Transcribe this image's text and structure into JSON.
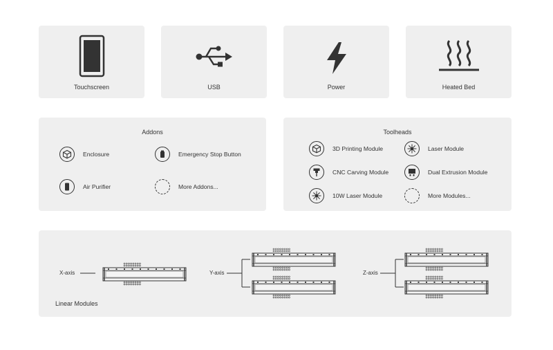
{
  "features": [
    {
      "label": "Touchscreen",
      "icon": "touchscreen-icon"
    },
    {
      "label": "USB",
      "icon": "usb-icon"
    },
    {
      "label": "Power",
      "icon": "lightning-icon"
    },
    {
      "label": "Heated Bed",
      "icon": "heated-bed-icon"
    }
  ],
  "addons": {
    "title": "Addons",
    "items": [
      {
        "label": "Enclosure",
        "icon": "cube-icon"
      },
      {
        "label": "Emergency Stop Button",
        "icon": "emergency-stop-icon"
      },
      {
        "label": "Air Purifier",
        "icon": "air-purifier-icon"
      },
      {
        "label": "More Addons...",
        "icon": "dashed-circle-icon"
      }
    ]
  },
  "toolheads": {
    "title": "Toolheads",
    "items": [
      {
        "label": "3D Printing Module",
        "icon": "cube-icon"
      },
      {
        "label": "Laser Module",
        "icon": "laser-icon"
      },
      {
        "label": "CNC Carving Module",
        "icon": "cnc-icon"
      },
      {
        "label": "Dual Extrusion Module",
        "icon": "dual-extrusion-icon"
      },
      {
        "label": "10W Laser Module",
        "icon": "laser-icon"
      },
      {
        "label": "More Modules...",
        "icon": "dashed-circle-icon"
      }
    ]
  },
  "linear_modules": {
    "title": "Linear Modules",
    "axes": [
      {
        "label": "X-axis",
        "rails": 1
      },
      {
        "label": "Y-axis",
        "rails": 2
      },
      {
        "label": "Z-axis",
        "rails": 2
      }
    ]
  }
}
